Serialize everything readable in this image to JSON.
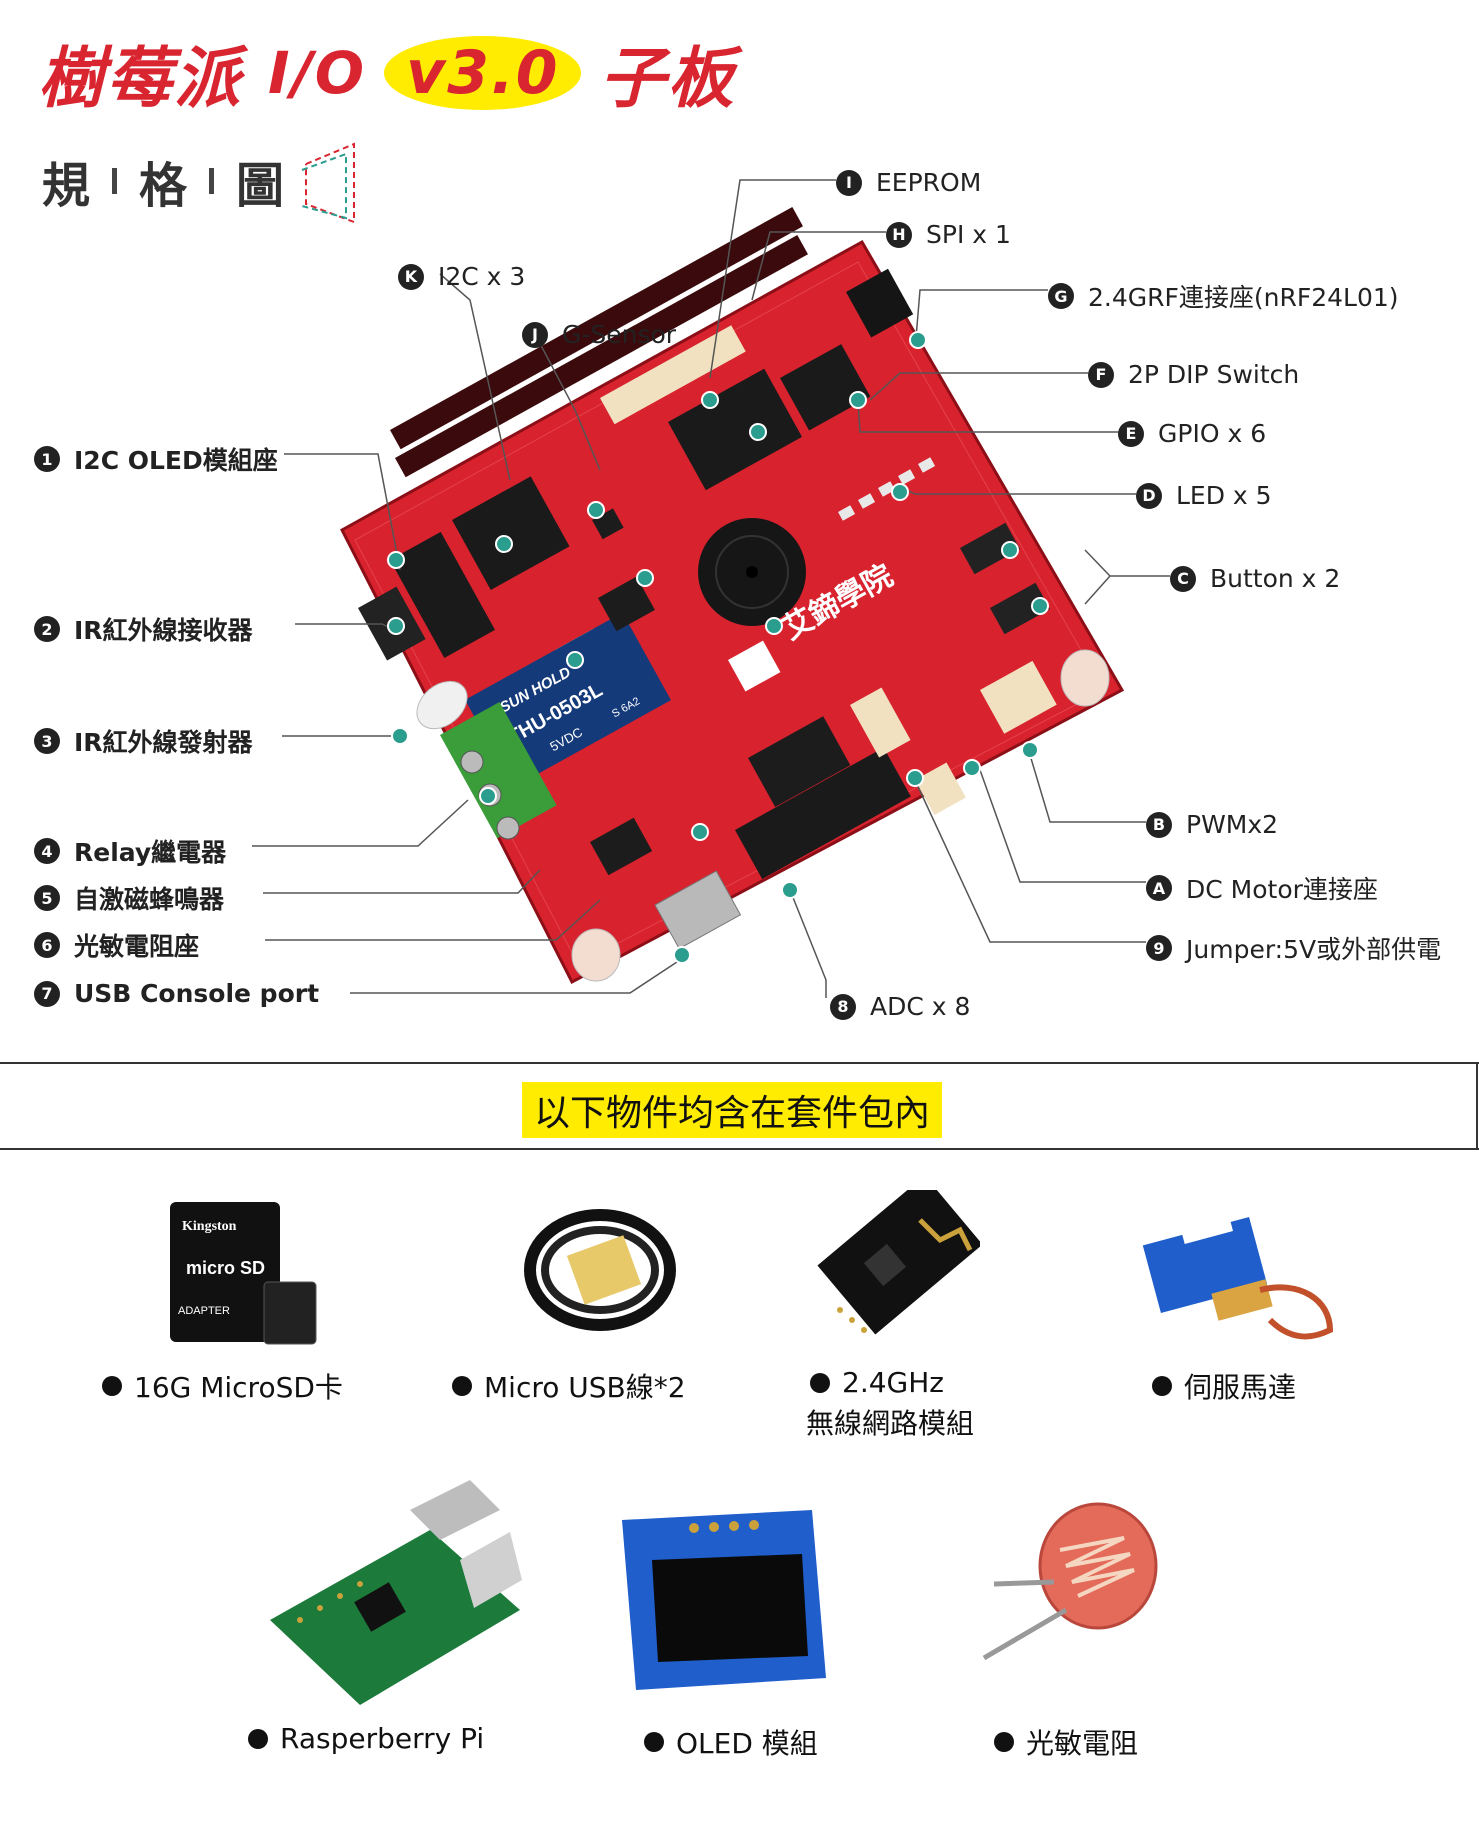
{
  "title": {
    "main": "樹莓派",
    "io": "I/O",
    "version": "v3.0",
    "suffix": "子板"
  },
  "spec": {
    "c1": "規",
    "c2": "格",
    "c3": "圖"
  },
  "board": {
    "logo_text": "艾鍗學院",
    "relay_brand": "SUN HOLD",
    "relay_model": "THU-0503L",
    "relay_rating": "5VDC",
    "relay_code": "S 6A2",
    "colors": {
      "pcb": "#d8232e",
      "accent": "#ffec00",
      "badge": "#222222",
      "pin": "#2a9d8f"
    }
  },
  "callouts": {
    "I": {
      "badge": "I",
      "text": "EEPROM"
    },
    "H": {
      "badge": "H",
      "text": "SPI x 1"
    },
    "G": {
      "badge": "G",
      "text": "2.4GRF連接座(nRF24L01)"
    },
    "K": {
      "badge": "K",
      "text": "I2C x 3"
    },
    "J": {
      "badge": "J",
      "text": "G-Sensor"
    },
    "F": {
      "badge": "F",
      "text": "2P DIP Switch"
    },
    "E": {
      "badge": "E",
      "text": "GPIO x 6"
    },
    "D": {
      "badge": "D",
      "text": "LED x 5"
    },
    "C": {
      "badge": "C",
      "text": "Button x 2"
    },
    "B": {
      "badge": "B",
      "text": "PWMx2"
    },
    "A": {
      "badge": "A",
      "text": "DC Motor連接座"
    },
    "n9": {
      "badge": "9",
      "text": "Jumper:5V或外部供電"
    },
    "n8": {
      "badge": "8",
      "text": "ADC x 8"
    },
    "n1": {
      "badge": "1",
      "text": "I2C OLED模組座"
    },
    "n2": {
      "badge": "2",
      "text": "IR紅外線接收器"
    },
    "n3": {
      "badge": "3",
      "text": "IR紅外線發射器"
    },
    "n4": {
      "badge": "4",
      "text": "Relay繼電器"
    },
    "n5": {
      "badge": "5",
      "text": "自激磁蜂鳴器"
    },
    "n6": {
      "badge": "6",
      "text": "光敏電阻座"
    },
    "n7": {
      "badge": "7",
      "text": "USB Console port"
    }
  },
  "banner": "以下物件均含在套件包內",
  "items": {
    "sd": {
      "caption": "16G MicroSD卡",
      "card_brand": "Kingston",
      "card_type": "micro SD",
      "adapter": "ADAPTER"
    },
    "usb": {
      "caption": "Micro USB線*2"
    },
    "rf": {
      "caption_line1": "2.4GHz",
      "caption_line2": "無線網路模組"
    },
    "servo": {
      "caption": "伺服馬達"
    },
    "rpi": {
      "caption": "Rasperberry Pi"
    },
    "oled": {
      "caption": "OLED 模組"
    },
    "ldr": {
      "caption": "光敏電阻"
    }
  }
}
